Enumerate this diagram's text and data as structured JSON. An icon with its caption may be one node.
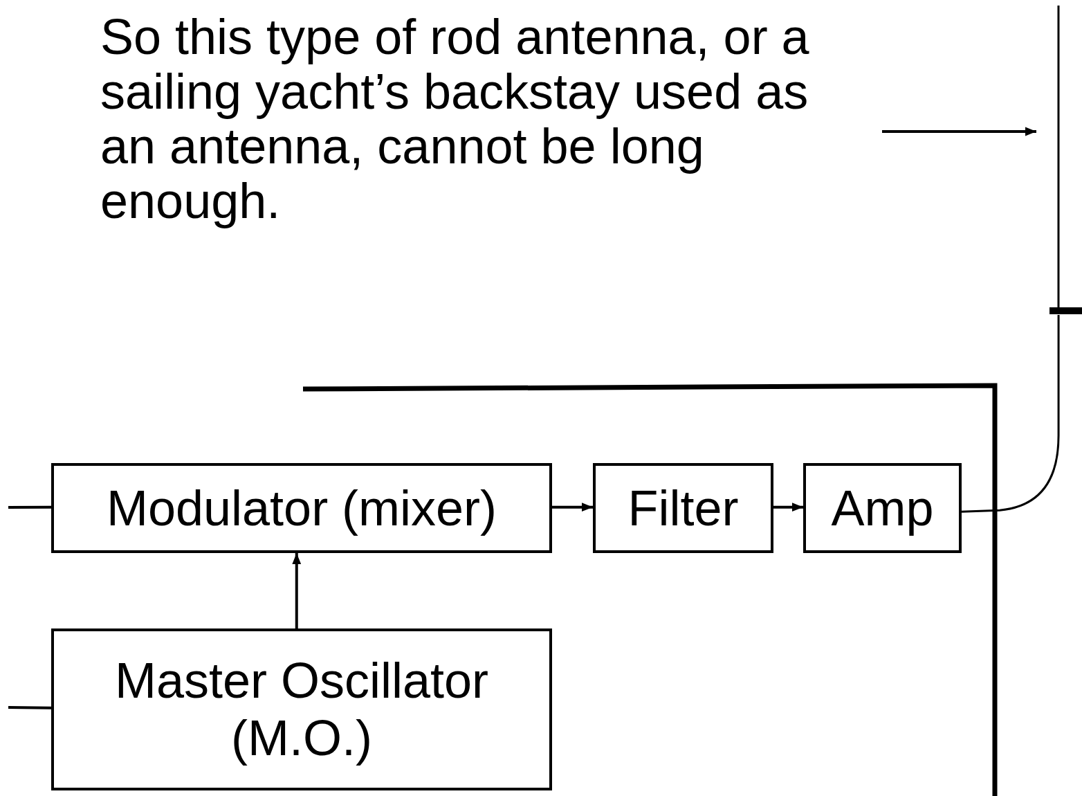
{
  "diagram": {
    "nodes": [
      {
        "text": [
          "So this type of rod antenna, or a sailing yacht’s backstay used as an antenna, cannot be long enough."
        ]
      },
      {
        "text": [],
        "shape": "antenna"
      },
      {
        "text": [
          "Modulator (mixer)"
        ]
      },
      {
        "text": [
          "Filter"
        ]
      },
      {
        "text": [
          "Amp"
        ]
      },
      {
        "text": [
          "Master Oscillator (M.O.)"
        ]
      }
    ],
    "edges": [
      {
        "from": 0,
        "to": 1,
        "arrow": "to"
      },
      {
        "from": null,
        "to": 2,
        "arrow": "none"
      },
      {
        "from": 2,
        "to": 3,
        "arrow": "to"
      },
      {
        "from": 3,
        "to": 4,
        "arrow": "to"
      },
      {
        "from": 5,
        "to": 2,
        "arrow": "to"
      },
      {
        "from": null,
        "to": 5,
        "arrow": "none"
      },
      {
        "from": 4,
        "to": 1,
        "arrow": "none"
      }
    ]
  }
}
